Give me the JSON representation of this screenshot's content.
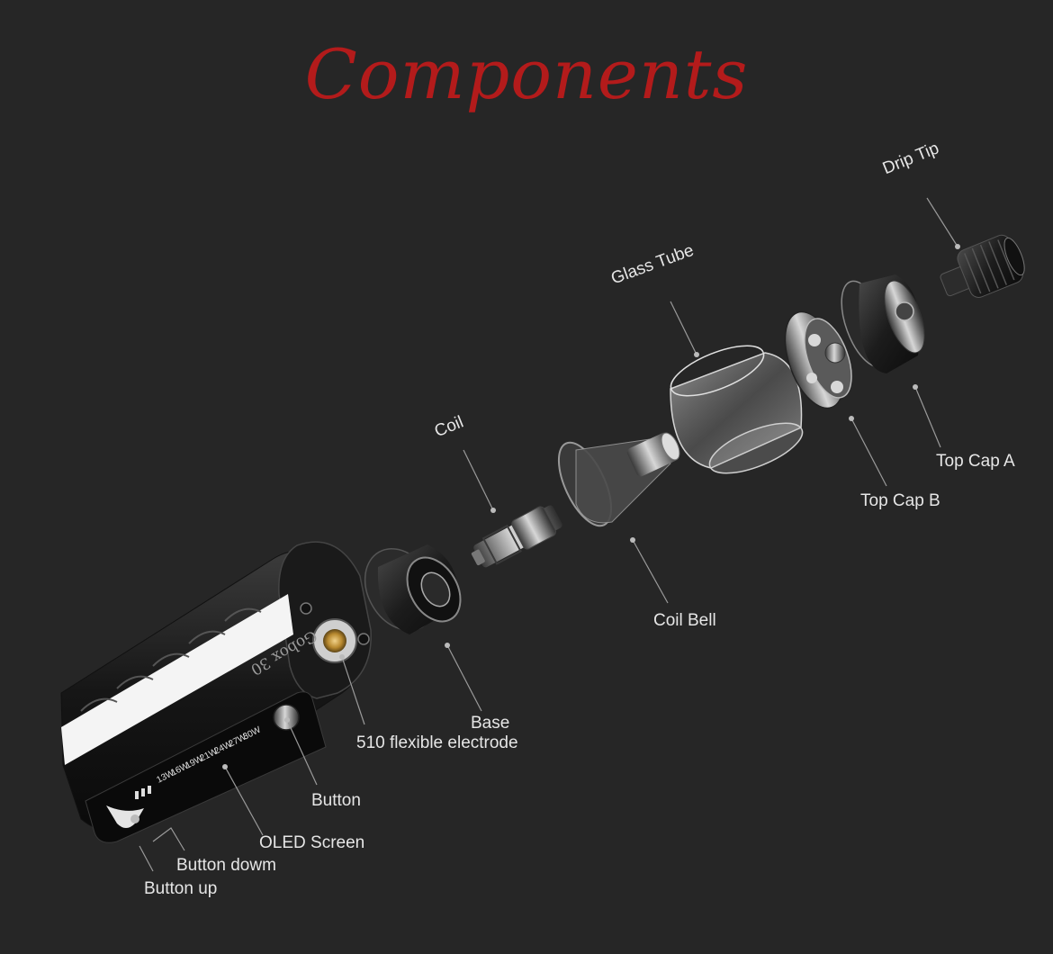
{
  "title": "Components",
  "colors": {
    "background": "#262626",
    "title": "#b31b1b",
    "label": "#e6e6e6",
    "leader": "#9a9a9a"
  },
  "mod": {
    "brand": "Gobox 30",
    "wattages": [
      "30W",
      "27W",
      "24W",
      "21W",
      "19W",
      "16W",
      "13W"
    ]
  },
  "labels": {
    "drip_tip": "Drip Tip",
    "glass_tube": "Glass Tube",
    "coil": "Coil",
    "top_cap_a": "Top Cap A",
    "top_cap_b": "Top Cap B",
    "coil_bell": "Coil Bell",
    "base": "Base",
    "electrode": "510 flexible electrode",
    "button": "Button",
    "oled_screen": "OLED Screen",
    "button_down": "Button dowm",
    "button_up": "Button up"
  }
}
